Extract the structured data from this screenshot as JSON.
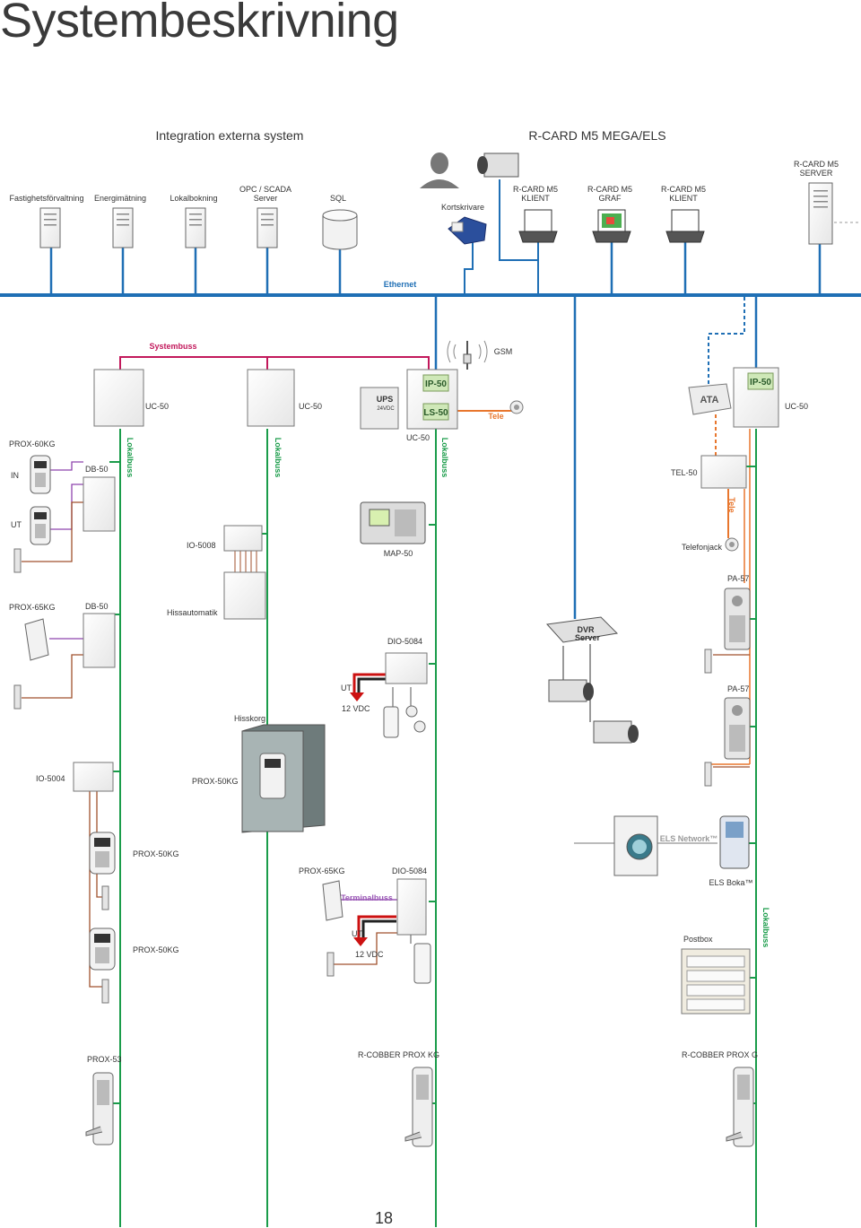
{
  "page": {
    "title": "Systembeskrivning",
    "page_number": "18"
  },
  "headers": {
    "integration": "Integration externa system",
    "rcard": "R-CARD M5 MEGA/ELS"
  },
  "external": {
    "fastighet": "Fastighetsförvaltning",
    "energi": "Energimätning",
    "lokalbokning": "Lokalbokning",
    "opc_1": "OPC / SCADA",
    "opc_2": "Server",
    "sql": "SQL"
  },
  "rcard": {
    "kortskrivare": "Kortskrivare",
    "klient1_1": "R-CARD M5",
    "klient1_2": "KLIENT",
    "graf_1": "R-CARD M5",
    "graf_2": "GRAF",
    "klient2_1": "R-CARD M5",
    "klient2_2": "KLIENT",
    "server_1": "R-CARD M5",
    "server_2": "SERVER"
  },
  "buses": {
    "ethernet": "Ethernet",
    "systembuss": "Systembuss",
    "lokalbuss": "Lokalbuss",
    "tele": "Tele",
    "terminalbuss": "Terminalbuss"
  },
  "devices": {
    "gsm": "GSM",
    "uc50": "UC-50",
    "ups": "UPS",
    "ups_volt": "24VDC",
    "ip50": "IP-50",
    "ls50": "LS-50",
    "ata": "ATA",
    "prox60kg": "PROX-60KG",
    "in": "IN",
    "ut": "UT",
    "db50": "DB-50",
    "io5008": "IO-5008",
    "map50": "MAP-50",
    "tel50": "TEL-50",
    "telefonjack": "Telefonjack",
    "pa57": "PA-57",
    "prox65kg": "PROX-65KG",
    "hissautomatik": "Hissautomatik",
    "dio5084": "DIO-5084",
    "dvr_1": "DVR",
    "dvr_2": "Server",
    "vdc12": "12 VDC",
    "hisskorg": "Hisskorg",
    "io5004": "IO-5004",
    "prox50kg": "PROX-50KG",
    "els_network": "ELS Network™",
    "els_boka": "ELS Boka™",
    "postbox": "Postbox",
    "prox53": "PROX-53",
    "rcobber_kg": "R-COBBER PROX KG",
    "rcobber_g": "R-COBBER PROX G"
  },
  "colors": {
    "ethernet": "#1f6fb5",
    "systembuss": "#c2185b",
    "lokalbuss": "#1a9c4a",
    "tele": "#e8762d",
    "terminalbuss": "#9b59b6",
    "wire_brown": "#a0522d",
    "wire_purple": "#8e44ad",
    "ip50_panel": "#cfe8b8",
    "red_wire": "#cc1111"
  }
}
